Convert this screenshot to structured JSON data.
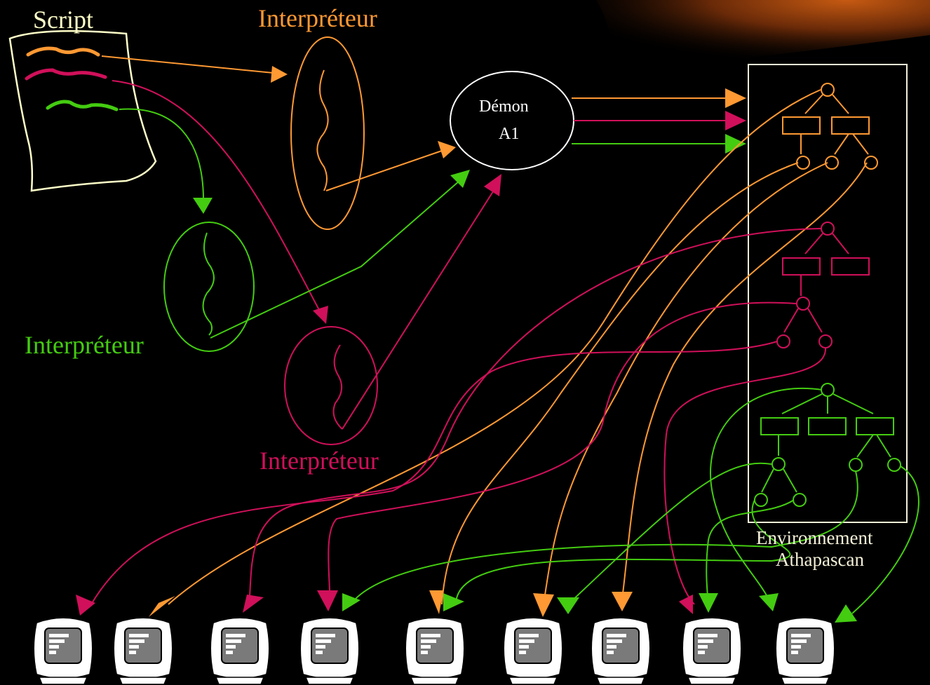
{
  "labels": {
    "script": "Script",
    "interpreter_orange": "Interpréteur",
    "interpreter_green": "Interpréteur",
    "interpreter_pink": "Interpréteur",
    "demon_line1": "Démon",
    "demon_line2": "A1",
    "env_line1": "Environnement",
    "env_line2": "Athapascan"
  },
  "colors": {
    "orange": "#ff9933",
    "pink": "#d0105a",
    "green": "#44cc11",
    "paper": "#ffffc8",
    "white": "#ffffff",
    "screen": "#7a7a7a",
    "background": "#000000"
  },
  "workstations": {
    "count": 9,
    "icon": "computer-monitor-icon"
  }
}
